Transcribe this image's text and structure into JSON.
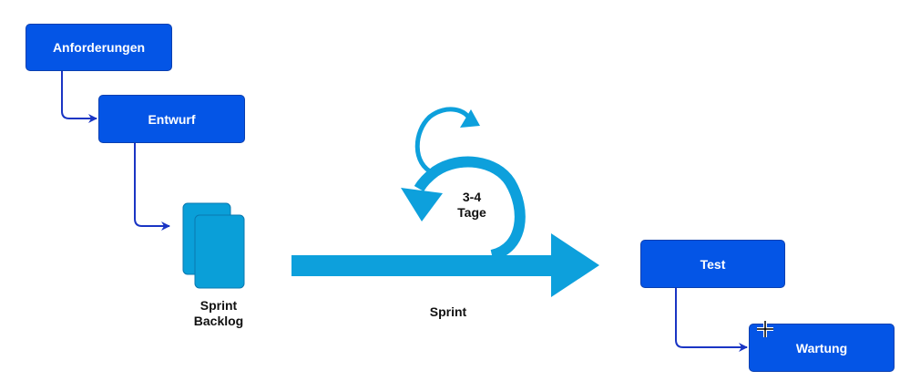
{
  "nodes": {
    "anforderungen": "Anforderungen",
    "entwurf": "Entwurf",
    "test": "Test",
    "wartung": "Wartung"
  },
  "labels": {
    "sprint_backlog_line1": "Sprint",
    "sprint_backlog_line2": "Backlog",
    "sprint": "Sprint",
    "cycle_line1": "3-4",
    "cycle_line2": "Tage"
  },
  "colors": {
    "box_fill": "#0455e6",
    "connector": "#1a35c4",
    "sprint_arrow": "#0da0dc",
    "backlog_card": "#0a9fd8"
  },
  "icons": [
    "backlog-cards-icon",
    "cycle-arrow-icon",
    "crosshair-cursor-icon"
  ]
}
